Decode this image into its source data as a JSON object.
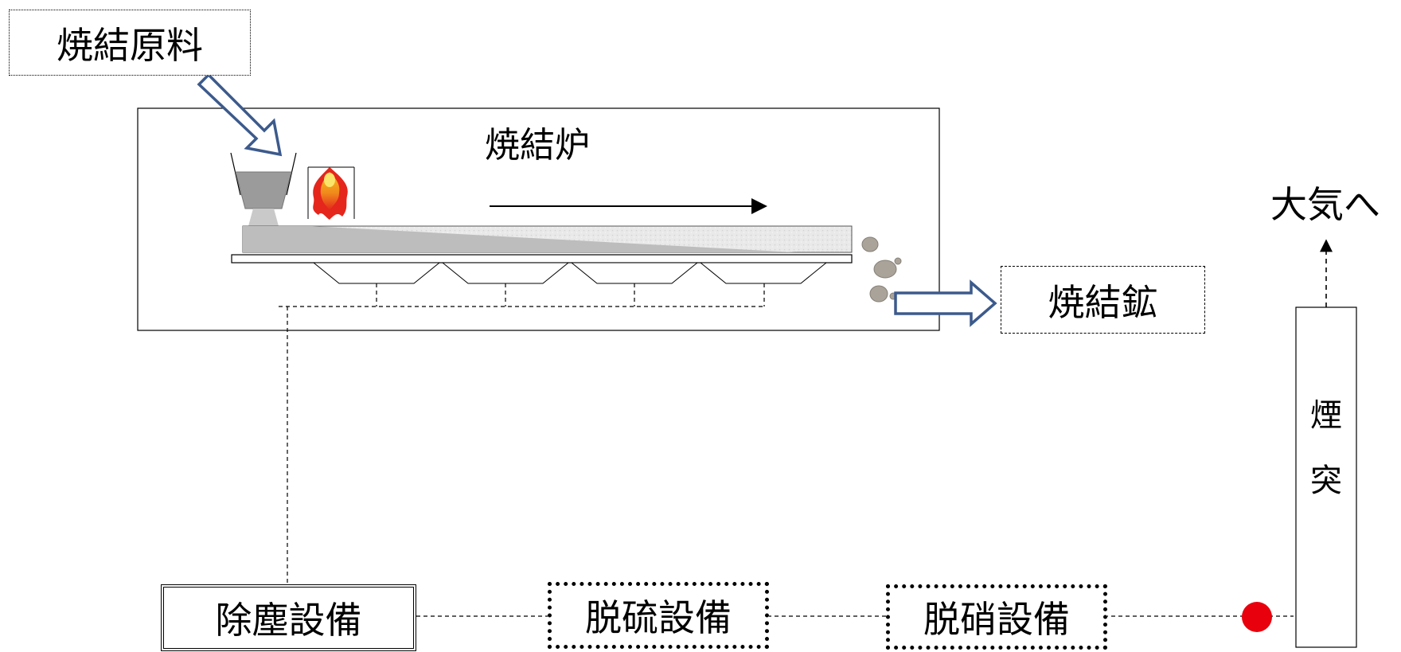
{
  "labels": {
    "raw_material": "焼結原料",
    "furnace": "焼結炉",
    "sinter_ore": "焼結鉱",
    "dust_collector": "除塵設備",
    "desulfurization": "脱硫設備",
    "denitration": "脱硝設備",
    "chimney_char1": "煙",
    "chimney_char2": "突",
    "atmosphere": "大気へ"
  },
  "colors": {
    "arrow_outline": "#3c5a8c",
    "sample_point": "#e8000d",
    "flame_outer": "#e4261c",
    "flame_inner": "#f7c21d",
    "material_fill": "#c8c8c8",
    "ore_rock": "#a9a39a"
  },
  "icons": {
    "flame": "flame-icon",
    "hopper": "hopper-icon",
    "ore": "ore-rock-icon",
    "sample_point": "sampling-point-dot"
  }
}
